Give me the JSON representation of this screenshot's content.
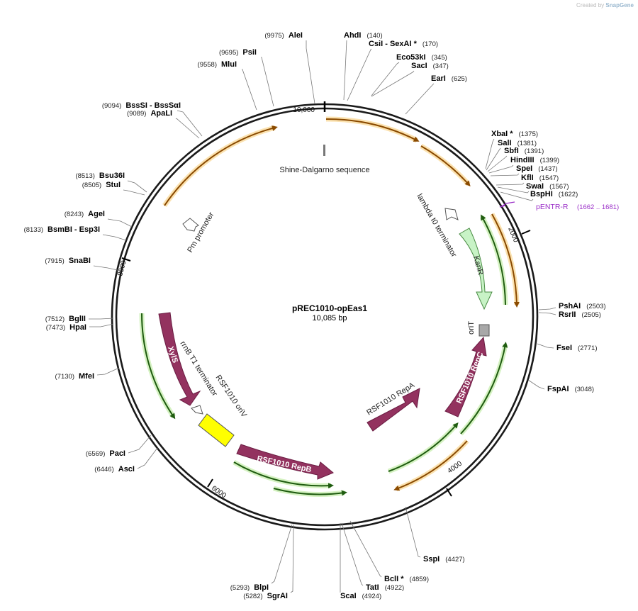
{
  "credit": {
    "prefix": "Created by",
    "brand": "SnapGene"
  },
  "plasmid": {
    "name": "pREC1010-opEas1",
    "length_label": "10,085 bp",
    "length": 10085
  },
  "scale_ticks": [
    {
      "label": "10,000",
      "bp": 0
    },
    {
      "label": "2000",
      "bp": 2000
    },
    {
      "label": "4000",
      "bp": 4000
    },
    {
      "label": "6000",
      "bp": 6000
    },
    {
      "label": "8000",
      "bp": 8000
    }
  ],
  "enzymes": [
    {
      "name": "AleI",
      "pos": "(9975)",
      "side": "L"
    },
    {
      "name": "PsiI",
      "pos": "(9695)",
      "side": "L"
    },
    {
      "name": "MluI",
      "pos": "(9558)",
      "side": "L"
    },
    {
      "name": "BssSI  - BssSαI",
      "pos": "(9094)",
      "side": "L"
    },
    {
      "name": "ApaLI",
      "pos": "(9089)",
      "side": "L"
    },
    {
      "name": "Bsu36I",
      "pos": "(8513)",
      "side": "L"
    },
    {
      "name": "StuI",
      "pos": "(8505)",
      "side": "L"
    },
    {
      "name": "AgeI",
      "pos": "(8243)",
      "side": "L"
    },
    {
      "name": "BsmBI   - Esp3I",
      "pos": "(8133)",
      "side": "L"
    },
    {
      "name": "SnaBI",
      "pos": "(7915)",
      "side": "L"
    },
    {
      "name": "BglII",
      "pos": "(7512)",
      "side": "L"
    },
    {
      "name": "HpaI",
      "pos": "(7473)",
      "side": "L"
    },
    {
      "name": "MfeI",
      "pos": "(7130)",
      "side": "L"
    },
    {
      "name": "PacI",
      "pos": "(6569)",
      "side": "L"
    },
    {
      "name": "AscI",
      "pos": "(6446)",
      "side": "L"
    },
    {
      "name": "BlpI",
      "pos": "(5293)",
      "side": "L"
    },
    {
      "name": "SgrAI",
      "pos": "(5282)",
      "side": "L"
    },
    {
      "name": "AhdI",
      "pos": "(140)",
      "side": "R"
    },
    {
      "name": "CsiI   - SexAI *",
      "pos": "(170)",
      "side": "R"
    },
    {
      "name": "Eco53kI",
      "pos": "(345)",
      "side": "R"
    },
    {
      "name": "SacI",
      "pos": "(347)",
      "side": "R"
    },
    {
      "name": "EarI",
      "pos": "(625)",
      "side": "R"
    },
    {
      "name": "XbaI *",
      "pos": "(1375)",
      "side": "R"
    },
    {
      "name": "SalI",
      "pos": "(1381)",
      "side": "R"
    },
    {
      "name": "SbfI",
      "pos": "(1391)",
      "side": "R"
    },
    {
      "name": "HindIII",
      "pos": "(1399)",
      "side": "R"
    },
    {
      "name": "SpeI",
      "pos": "(1437)",
      "side": "R"
    },
    {
      "name": "KflI",
      "pos": "(1547)",
      "side": "R"
    },
    {
      "name": "SwaI",
      "pos": "(1567)",
      "side": "R"
    },
    {
      "name": "BspHI",
      "pos": "(1622)",
      "side": "R"
    },
    {
      "name": "PshAI",
      "pos": "(2503)",
      "side": "R"
    },
    {
      "name": "RsrII",
      "pos": "(2505)",
      "side": "R"
    },
    {
      "name": "FseI",
      "pos": "(2771)",
      "side": "R"
    },
    {
      "name": "FspAI",
      "pos": "(3048)",
      "side": "R"
    },
    {
      "name": "SspI",
      "pos": "(4427)",
      "side": "R"
    },
    {
      "name": "BclI *",
      "pos": "(4859)",
      "side": "R"
    },
    {
      "name": "TatI",
      "pos": "(4922)",
      "side": "R"
    },
    {
      "name": "ScaI",
      "pos": "(4924)",
      "side": "R"
    }
  ],
  "primer": {
    "name": "pENTR-R",
    "pos": "(1662 .. 1681)",
    "color": "#9b30c8"
  },
  "features": {
    "shine_dalgarno": "Shine-Dalgarno sequence",
    "lambda_t0": "lambda t0 terminator",
    "kanr": "KanR",
    "orit": "oriT",
    "pm_promoter": "Pm promoter",
    "xyls": "XylS",
    "rrnb_t1": "rrnB T1 terminator",
    "rsf_oriv": "RSF1010 oriV",
    "rsf_repb": "RSF1010 RepB",
    "rsf_repa": "RSF1010 RepA",
    "rsf_repc": "RSF1010 RepC"
  },
  "colors": {
    "cds": "#93325f",
    "orange_arc": "#f0b24a",
    "green_arc": "#7ecb4a",
    "kanr": "#c8f3c6",
    "oriv": "#ffff00",
    "orit": "#a8a8a8"
  }
}
